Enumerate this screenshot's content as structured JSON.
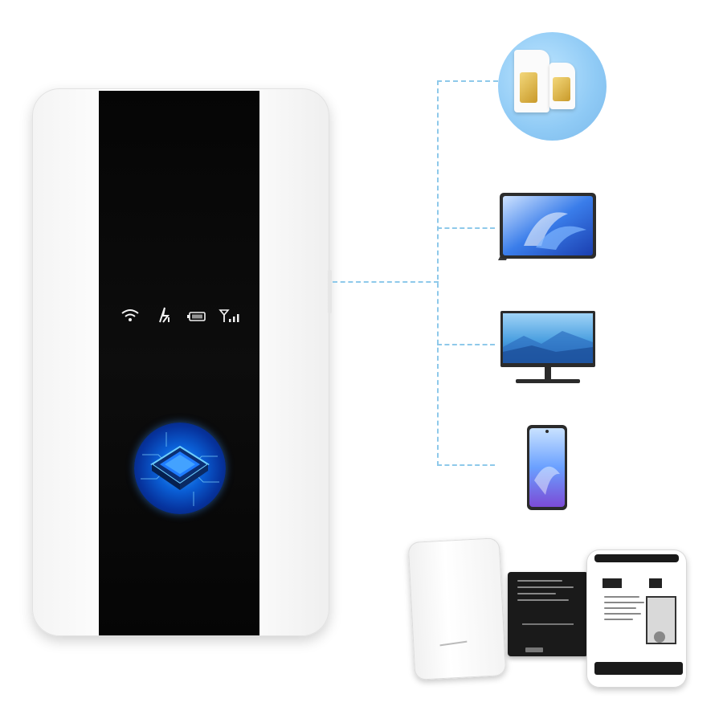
{
  "scene": {
    "main_device": "portable-wifi-router",
    "status_icons": [
      "wifi-icon",
      "signal-icon",
      "battery-icon",
      "antenna-icon"
    ],
    "connected_devices": [
      "sim-card",
      "tablet",
      "monitor",
      "smartphone"
    ],
    "accessories": [
      "back-cover",
      "battery",
      "open-router-sim-slot"
    ],
    "colors": {
      "panel": "#0a0a0a",
      "chip_glow": "#1e7bff",
      "connector": "#8ec9ea",
      "sim_bg": "#8fcaf5"
    }
  }
}
